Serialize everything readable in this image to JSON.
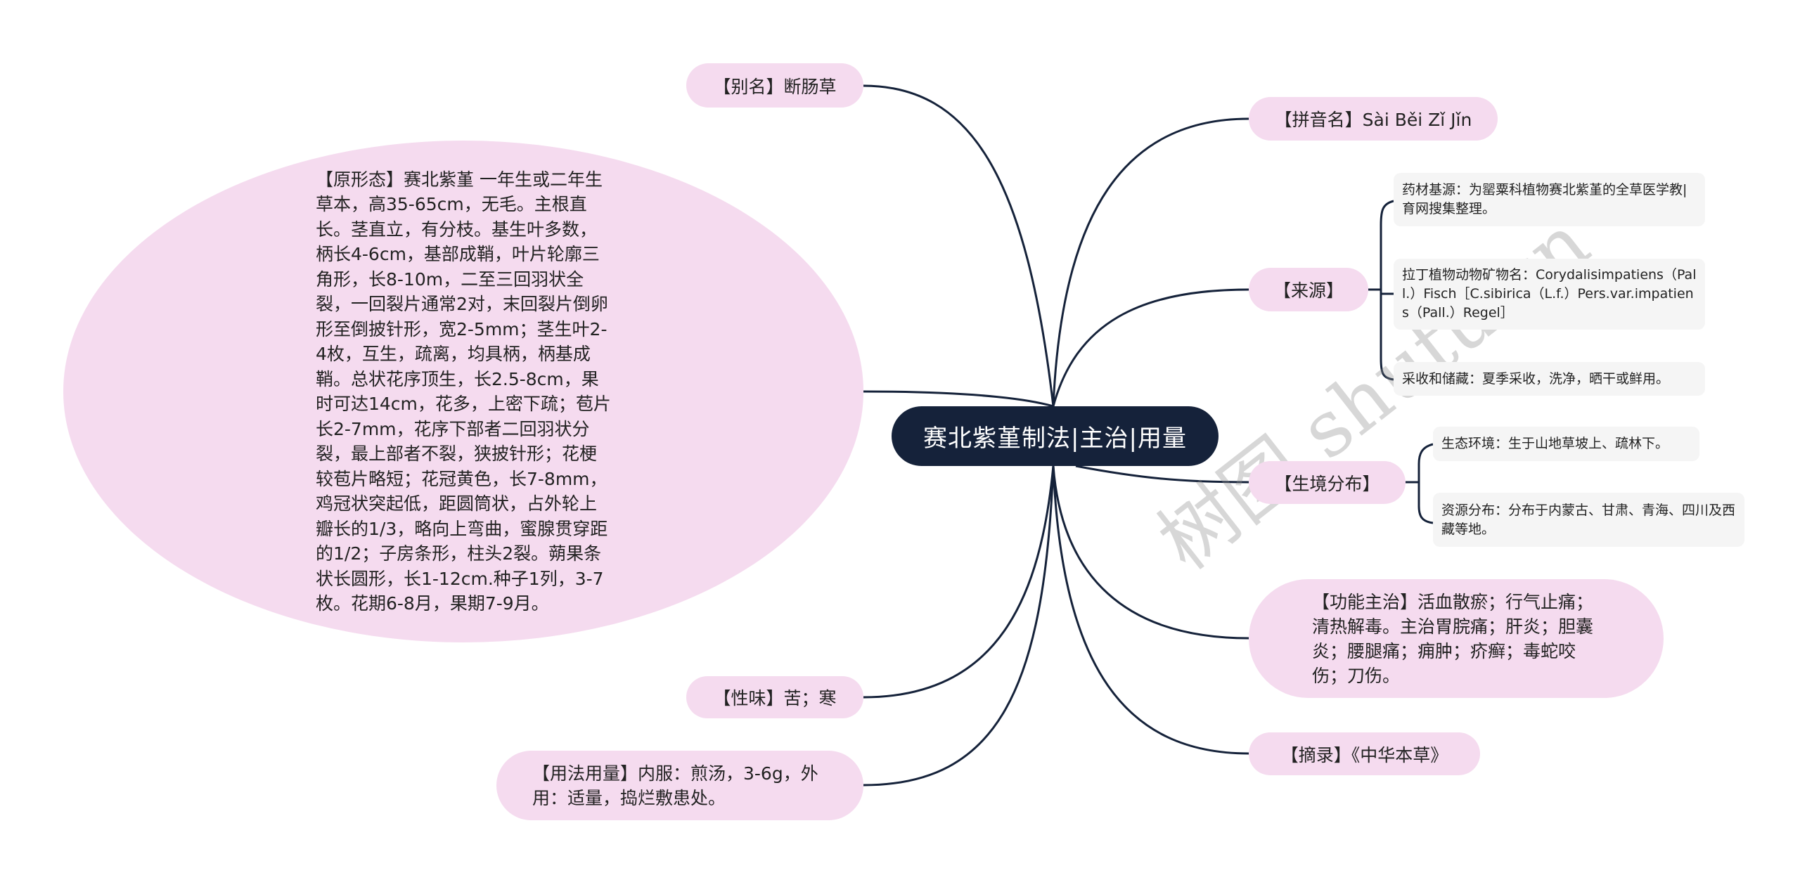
{
  "mindmap": {
    "center": {
      "label": "赛北紫堇制法|主治|用量"
    },
    "left": [
      {
        "id": "alias",
        "label": "【别名】断肠草"
      },
      {
        "id": "morphology",
        "label": "【原形态】赛北紫堇 一年生或二年生草本，高35-65cm，无毛。主根直长。茎直立，有分枝。基生叶多数，柄长4-6cm，基部成鞘，叶片轮廓三角形，长8-10m，二至三回羽状全裂，一回裂片通常2对，末回裂片倒卵形至倒披针形，宽2-5mm；茎生叶2-4枚，互生，疏离，均具柄，柄基成鞘。总状花序顶生，长2.5-8cm，果时可达14cm，花多，上密下疏；苞片长2-7mm，花序下部者二回羽状分裂，最上部者不裂，狭披针形；花梗较苞片略短；花冠黄色，长7-8mm，鸡冠状突起低，距圆筒状，占外轮上瓣长的1/3，略向上弯曲，蜜腺贯穿距的1/2；子房条形，柱头2裂。蒴果条状长圆形，长1-12cm.种子1列，3-7枚。花期6-8月，果期7-9月。"
      },
      {
        "id": "taste",
        "label": "【性味】苦；寒"
      },
      {
        "id": "usage",
        "label": "【用法用量】内服：煎汤，3-6g，外用：适量，捣烂敷患处。"
      }
    ],
    "right": [
      {
        "id": "pinyin",
        "label": "【拼音名】Sài Běi Zǐ Jǐn"
      },
      {
        "id": "source",
        "label": "【来源】",
        "children": [
          {
            "label": "药材基源：为罂粟科植物赛北紫堇的全草医学教|育网搜集整理。"
          },
          {
            "label": "拉丁植物动物矿物名：Corydalisimpatiens（Pall.）Fisch［C.sibirica（L.f.）Pers.var.impatiens（Pall.）Regel］"
          },
          {
            "label": "采收和储藏：夏季采收，洗净，晒干或鲜用。"
          }
        ]
      },
      {
        "id": "habitat",
        "label": "【生境分布】",
        "children": [
          {
            "label": "生态环境：生于山地草坡上、疏林下。"
          },
          {
            "label": "资源分布：分布于内蒙古、甘肃、青海、四川及西藏等地。"
          }
        ]
      },
      {
        "id": "function",
        "label": "【功能主治】活血散瘀；行气止痛；清热解毒。主治胃脘痛；肝炎；胆囊炎；腰腿痛；痈肿；疥癣；毒蛇咬伤；刀伤。"
      },
      {
        "id": "excerpt",
        "label": "【摘录】《中华本草》"
      }
    ]
  },
  "watermarks": [
    "树图 shutu.cn",
    "树图 shutu.cn"
  ],
  "colors": {
    "center_bg": "#15223a",
    "node_bg": "#f5dbef",
    "leaf_bg": "#f5f5f5",
    "line": "#15223a"
  }
}
